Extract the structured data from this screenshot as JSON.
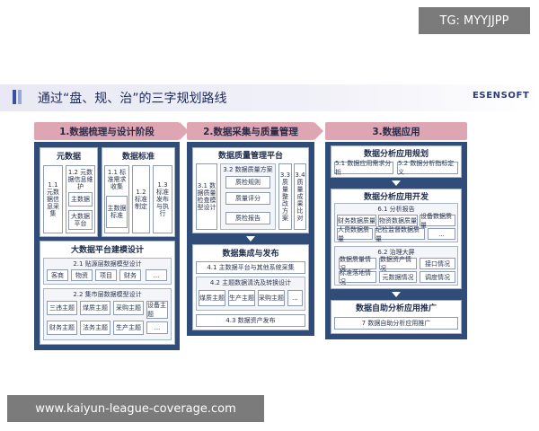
{
  "watermark_top": "TG: MYYJJPP",
  "watermark_bottom": "www.kaiyun-league-coverage.com",
  "title": "通过“盘、规、治”的三字规划路线",
  "logo": "ESENSOFT",
  "colors": {
    "header": "#dea5b2",
    "panel": "#2f4d78",
    "title_band": "#e9e9f5",
    "icon": "#3a52a0"
  },
  "col1": {
    "header": "1.数据梳理与设计阶段",
    "yuanshuju": {
      "title": "元数据",
      "item1": "1.1 元数据信息采集",
      "item2_head": "1.2 元数据信息维护",
      "item2_a": "主数据",
      "item2_b": "大数据平台"
    },
    "biaozhun": {
      "title": "数据标准",
      "item1_head": "1.1 标准需求收集",
      "item1_box": "主数据标准",
      "item2": "1.2 标准制定",
      "item3": "1.3 标准发布与执行"
    },
    "platform": {
      "title": "大数据平台建模设计",
      "s1_title": "2.1 贴源层数据模型设计",
      "s1_items": [
        "客商",
        "物资",
        "项目",
        "财务",
        "..."
      ],
      "s2_title": "2.2 集市层数据模型设计",
      "s2_row1": [
        "三违主题",
        "煤质主题",
        "采购主题"
      ],
      "s2_row2": [
        "财务主题",
        "法务主题",
        "生产主题"
      ],
      "s2_device": "设备主题",
      "s2_more": "..."
    }
  },
  "col2": {
    "header": "2.数据采集与质量管理",
    "quality": {
      "title": "数据质量管理平台",
      "p1": "3.1 数据质量检查模型设计",
      "p2_title": "3.2 数据质量方案",
      "p2_items": [
        "质检规则",
        "质量评分",
        "质检报告"
      ],
      "p3": "3.3 质量整改方案",
      "p4": "3.4 质量成果比对"
    },
    "integration": {
      "title": "数据集成与发布",
      "s1": "4.1 主数据平台与其他系统采集",
      "s2_title": "4.2 主题数据清洗及转换设计",
      "s2_items": [
        "煤质主题",
        "生产主题",
        "采购主题",
        "..."
      ],
      "s3": "4.3 数据资产发布"
    }
  },
  "col3": {
    "header": "3.数据应用",
    "plan": {
      "title": "数据分析应用规划",
      "items": [
        "5.1 数据应用需求分析",
        "5.2 数据分析指标定义"
      ]
    },
    "dev": {
      "title": "数据分析应用开发",
      "s1_title": "6.1 分析报告",
      "s1_row1": [
        "财务数据质量",
        "物资数据质量",
        "设备数据质量"
      ],
      "s1_row2": [
        "人员数据质量",
        "纪检监督数据质量",
        "..."
      ],
      "s2_title": "6.2 治理大屏",
      "s2_row1": [
        "数据质量情况",
        "数据资产情况",
        "接口情况"
      ],
      "s2_row2": [
        "标准落地情况",
        "元数据情况",
        "调度情况"
      ]
    },
    "promo": {
      "title": "数据自助分析应用推广",
      "item": "7 数据自助分析应用推广"
    }
  }
}
